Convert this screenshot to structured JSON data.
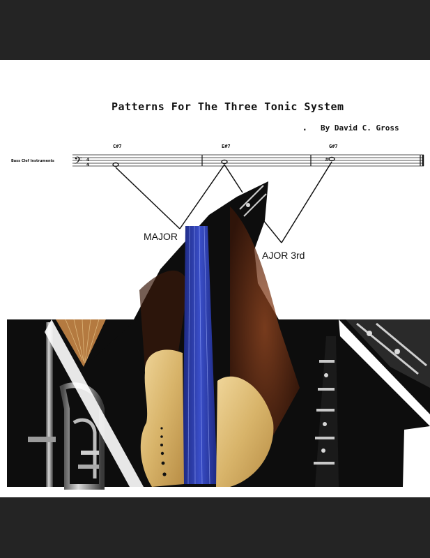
{
  "cover": {
    "title": "Patterns For The Three Tonic System",
    "author_dot": ".",
    "author": "By David C. Gross",
    "staff_label": "Bass Clef Instruments",
    "chords": [
      "C#7",
      "E#7",
      "G#7"
    ],
    "annotations": {
      "left": "MAJOR",
      "right": "AJOR 3rd"
    }
  },
  "colors": {
    "band": "#242424",
    "page": "#ffffff",
    "bass_body": "#d8b46a",
    "fretboard": "#2a3aa0",
    "dark": "#0d0d0d",
    "wood": "#7a3a1a"
  }
}
